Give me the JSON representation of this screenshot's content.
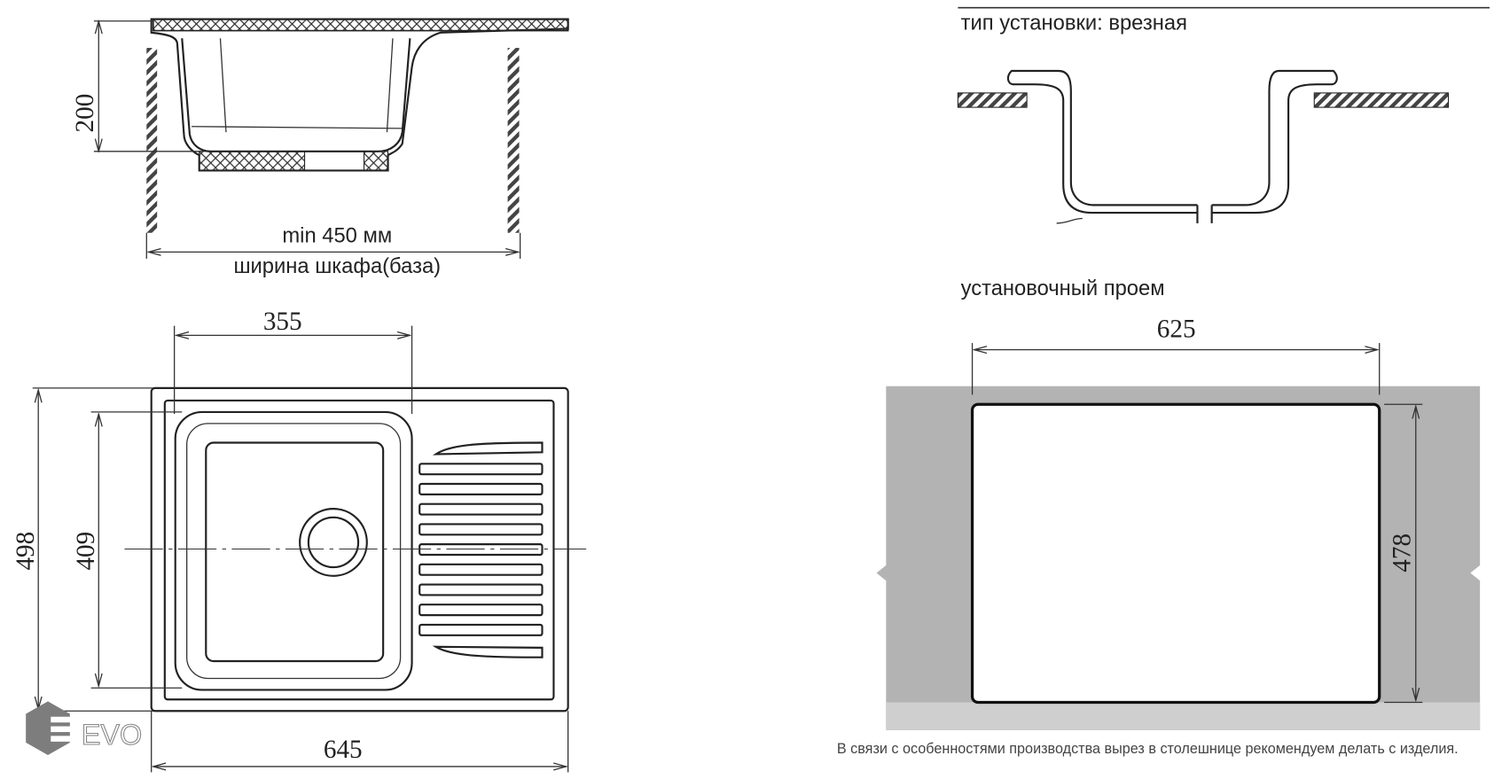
{
  "section_view": {
    "depth_label": "200",
    "min_width_label": "min 450 мм",
    "cabinet_label": "ширина шкафа(база)"
  },
  "plan_view": {
    "bowl_width_label": "355",
    "bowl_length_label": "409",
    "total_depth_label": "498",
    "total_width_label": "645"
  },
  "installation": {
    "type_label": "тип установки: врезная",
    "cutout_title": "установочный проем",
    "cutout_width_label": "625",
    "cutout_depth_label": "478",
    "note": "В связи с особенностями производства вырез в столешнице рекомендуем делать с изделия."
  },
  "logo": {
    "text": "EVO"
  },
  "colors": {
    "counter_gray": "#b3b3b3",
    "counter_light": "#cfcfcf",
    "line": "#222222"
  }
}
